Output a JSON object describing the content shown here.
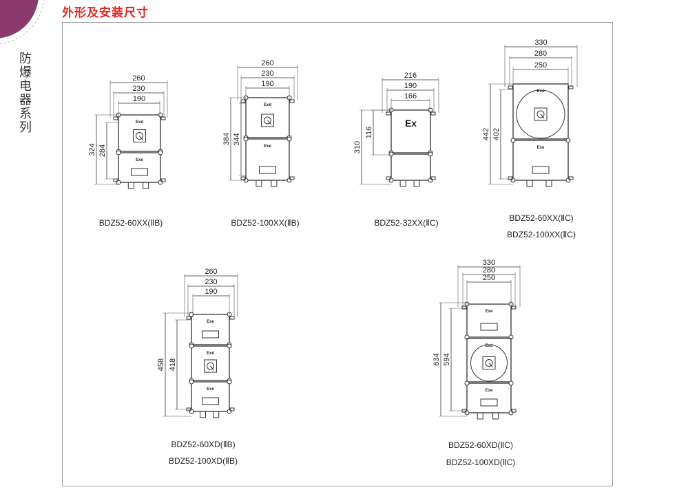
{
  "sidebar": {
    "series_title": "防爆电器系列",
    "accent_color": "#8b3a6e"
  },
  "section_title": "外形及安装尺寸",
  "title_color": "#e0261e",
  "drawings": [
    {
      "models": [
        "BDZ52-60XX(ⅡB)"
      ],
      "widths": [
        "260",
        "230",
        "190"
      ],
      "heights": [
        "324",
        "284"
      ],
      "sections": [
        "Exd",
        "Exe"
      ],
      "style": "square"
    },
    {
      "models": [
        "BDZ52-100XX(ⅡB)"
      ],
      "widths": [
        "260",
        "230",
        "190"
      ],
      "heights": [
        "384",
        "344"
      ],
      "sections": [
        "Exd",
        "Exe"
      ],
      "style": "square"
    },
    {
      "models": [
        "BDZ52-32XX(ⅡC)"
      ],
      "widths": [
        "216",
        "190",
        "166"
      ],
      "heights": [
        "310",
        "116"
      ],
      "sections": [
        "Ex"
      ],
      "style": "round-small"
    },
    {
      "models": [
        "BDZ52-60XX(ⅡC)",
        "BDZ52-100XX(ⅡC)"
      ],
      "widths": [
        "330",
        "280",
        "250"
      ],
      "heights": [
        "442",
        "402"
      ],
      "sections": [
        "Exd",
        "Exe"
      ],
      "style": "round"
    },
    {
      "models": [
        "BDZ52-60XD(ⅡB)",
        "BDZ52-100XD(ⅡB)"
      ],
      "widths": [
        "260",
        "230",
        "190"
      ],
      "heights": [
        "458",
        "418"
      ],
      "sections": [
        "Exe",
        "Exd",
        "Exe"
      ],
      "style": "square3"
    },
    {
      "models": [
        "BDZ52-60XD(ⅡC)",
        "BDZ52-100XD(ⅡC)"
      ],
      "widths": [
        "330",
        "280",
        "250"
      ],
      "heights": [
        "634",
        "594"
      ],
      "sections": [
        "Exe",
        "Exd",
        "Exe"
      ],
      "style": "round3"
    }
  ]
}
